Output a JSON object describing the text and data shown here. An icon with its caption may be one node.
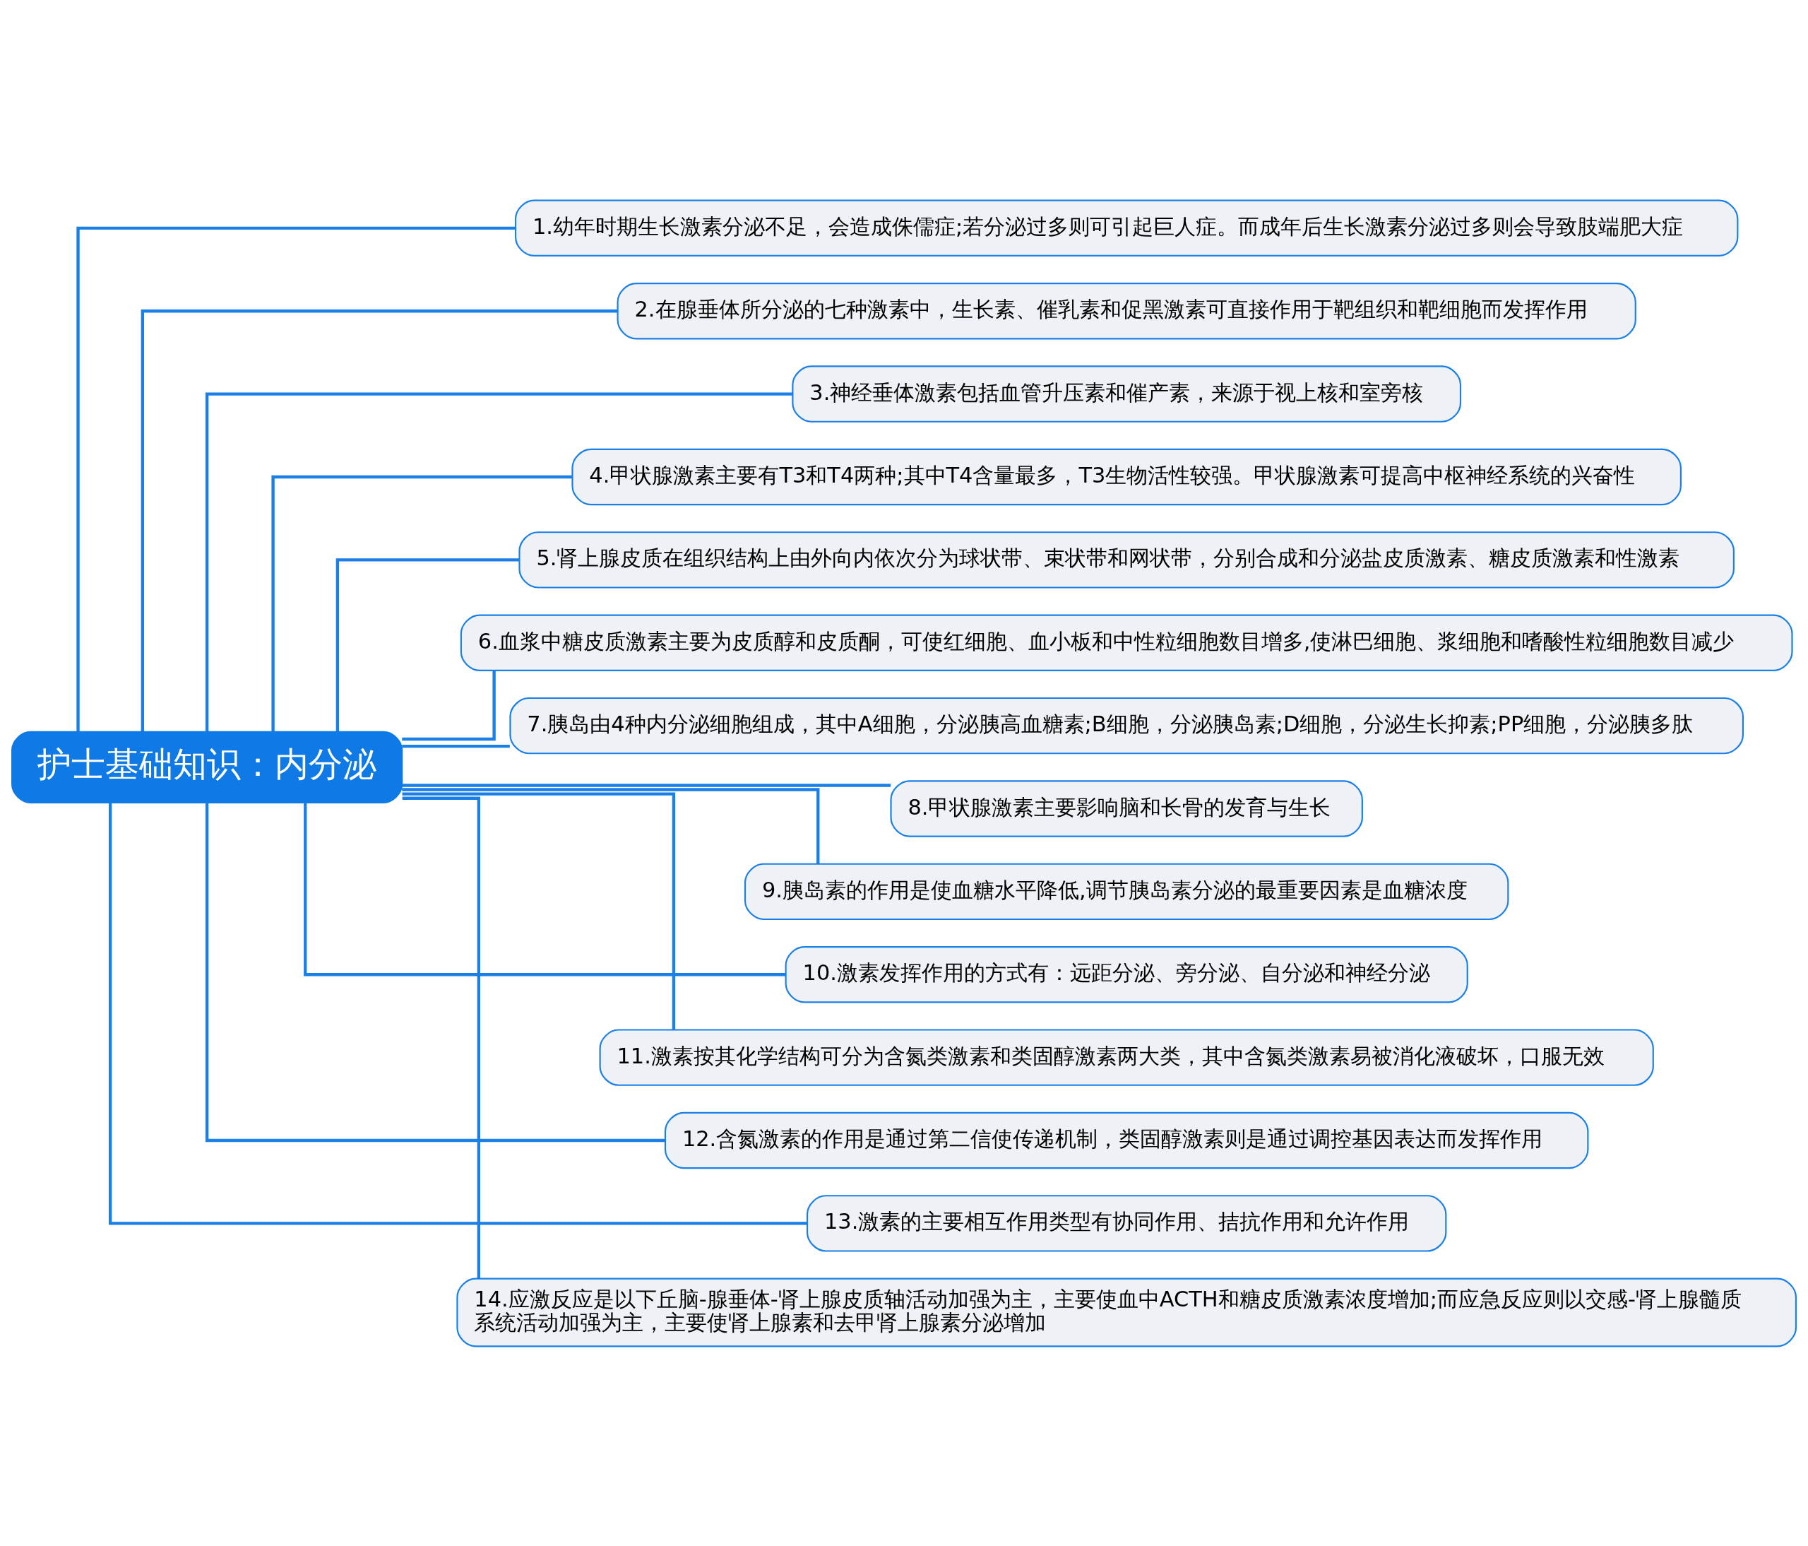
{
  "diagram": {
    "nodes": [
      {
        "text": [
          "护士基础知识：内分泌"
        ]
      },
      {
        "text": [
          "1.幼年时期生长激素分泌不足，会造成侏儒症;若分泌过多则可引起巨人症。而成年后生长激素分泌过多则会导致肢端肥大症"
        ]
      },
      {
        "text": [
          "2.在腺垂体所分泌的七种激素中，生长素、催乳素和促黑激素可直接作用于靶组织和靶细胞而发挥作用"
        ]
      },
      {
        "text": [
          "3.神经垂体激素包括血管升压素和催产素，来源于视上核和室旁核"
        ]
      },
      {
        "text": [
          "4.甲状腺激素主要有T3和T4两种;其中T4含量最多，T3生物活性较强。甲状腺激素可提高中枢神经系统的兴奋性"
        ]
      },
      {
        "text": [
          "5.肾上腺皮质在组织结构上由外向内依次分为球状带、束状带和网状带，分别合成和分泌盐皮质激素、糖皮质激素和性激素"
        ]
      },
      {
        "text": [
          "6.血浆中糖皮质激素主要为皮质醇和皮质酮，可使红细胞、血小板和中性粒细胞数目增多,使淋巴细胞、浆细胞和嗜酸性粒细胞数目减少"
        ]
      },
      {
        "text": [
          "7.胰岛由4种内分泌细胞组成，其中A细胞，分泌胰高血糖素;B细胞，分泌胰岛素;D细胞，分泌生长抑素;PP细胞，分泌胰多肽"
        ]
      },
      {
        "text": [
          "8.甲状腺激素主要影响脑和长骨的发育与生长"
        ]
      },
      {
        "text": [
          "9.胰岛素的作用是使血糖水平降低,调节胰岛素分泌的最重要因素是血糖浓度"
        ]
      },
      {
        "text": [
          "10.激素发挥作用的方式有：远距分泌、旁分泌、自分泌和神经分泌"
        ]
      },
      {
        "text": [
          "11.激素按其化学结构可分为含氮类激素和类固醇激素两大类，其中含氮类激素易被消化液破坏，口服无效"
        ]
      },
      {
        "text": [
          "12.含氮激素的作用是通过第二信使传递机制，类固醇激素则是通过调控基因表达而发挥作用"
        ]
      },
      {
        "text": [
          "13.激素的主要相互作用类型有协同作用、拮抗作用和允许作用"
        ]
      },
      {
        "text": [
          "14.应激反应是以下丘脑-腺垂体-肾上腺皮质轴活动加强为主，主要使血中ACTH和糖皮质激素浓度增加;而应急反应则以交感-肾上腺髓质系统活动加强为主，主要使肾上腺素和去甲肾上腺素分泌增加"
        ]
      }
    ],
    "edges": [
      {
        "from": 0,
        "to": 1,
        "arrow": "none"
      },
      {
        "from": 0,
        "to": 2,
        "arrow": "none"
      },
      {
        "from": 0,
        "to": 3,
        "arrow": "none"
      },
      {
        "from": 0,
        "to": 4,
        "arrow": "none"
      },
      {
        "from": 0,
        "to": 5,
        "arrow": "none"
      },
      {
        "from": 0,
        "to": 6,
        "arrow": "none"
      },
      {
        "from": 0,
        "to": 7,
        "arrow": "none"
      },
      {
        "from": 0,
        "to": 8,
        "arrow": "none"
      },
      {
        "from": 0,
        "to": 9,
        "arrow": "none"
      },
      {
        "from": 0,
        "to": 10,
        "arrow": "none"
      },
      {
        "from": 0,
        "to": 11,
        "arrow": "none"
      },
      {
        "from": 0,
        "to": 12,
        "arrow": "none"
      },
      {
        "from": 0,
        "to": 13,
        "arrow": "none"
      },
      {
        "from": 0,
        "to": 14,
        "arrow": "none"
      }
    ]
  }
}
